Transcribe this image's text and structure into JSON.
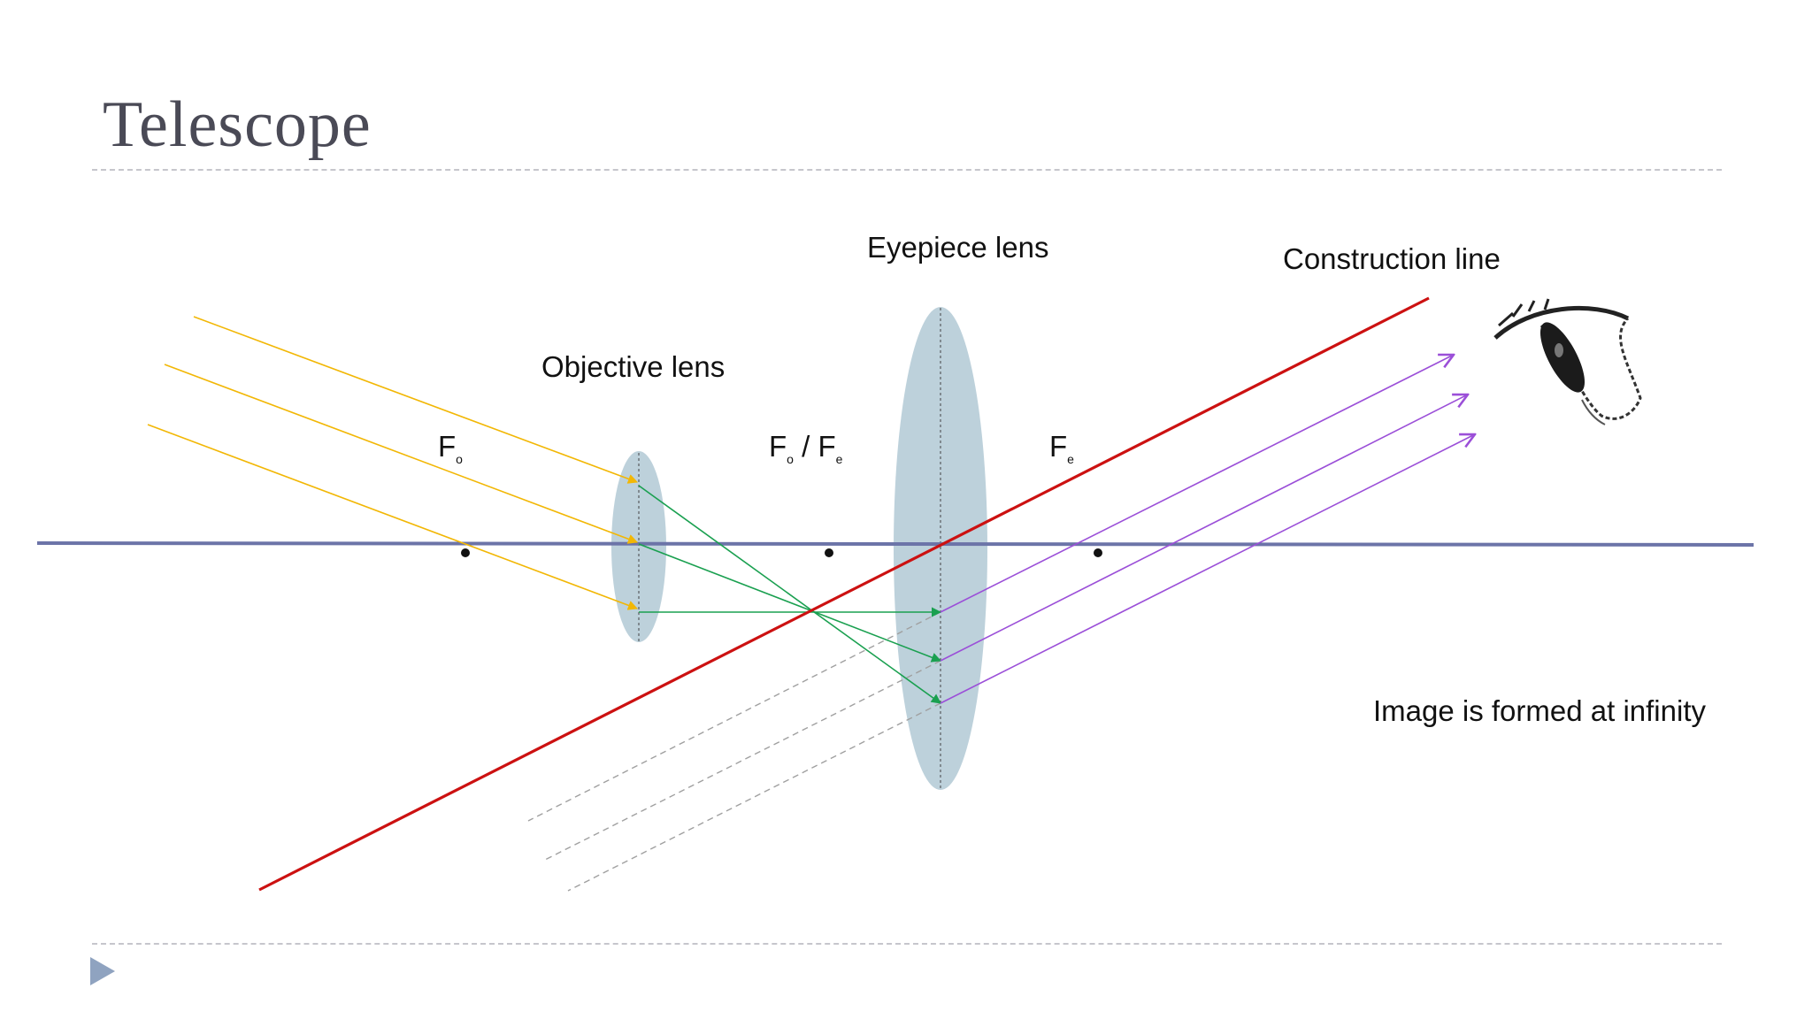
{
  "slide": {
    "title": "Telescope"
  },
  "diagram": {
    "labels": {
      "objective_lens": "Objective lens",
      "eyepiece_lens": "Eyepiece lens",
      "construction_line": "Construction line",
      "image_note": "Image is formed at infinity",
      "focal_objective": {
        "main": "F",
        "sub": "o"
      },
      "focal_shared": {
        "main1": "F",
        "sub1": "o",
        "sep": " / ",
        "main2": "F",
        "sub2": "e"
      },
      "focal_eyepiece": {
        "main": "F",
        "sub": "e"
      }
    },
    "colors": {
      "incoming_rays": "#f2b705",
      "refracted_rays": "#1aa050",
      "construction_line": "#cc1111",
      "emergent_rays": "#9b4fd8",
      "principal_axis": "#6c74a8",
      "lens_fill": "#b9cfd9",
      "guide_lines": "#a0a0a0"
    },
    "icons": [
      "eye-icon",
      "play-triangle-icon"
    ]
  }
}
